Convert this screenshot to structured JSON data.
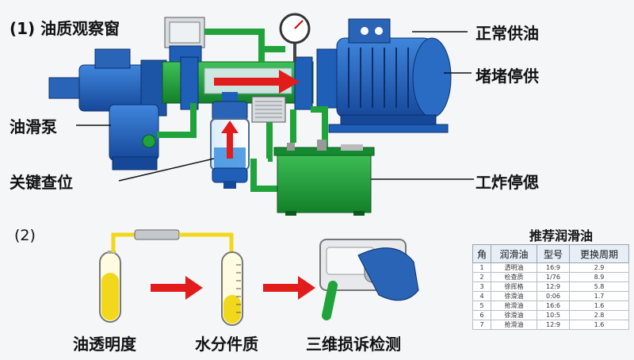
{
  "section1": {
    "marker": "(1)",
    "title": "油质观察窗"
  },
  "section2": {
    "marker": "(2)"
  },
  "left_labels": [
    "油滑泵",
    "关键查位"
  ],
  "right_labels": [
    "正常供油",
    "堵堵停供",
    "工炸停偲"
  ],
  "steps": [
    "油透明度",
    "水分件质",
    "三维损诉检测"
  ],
  "table": {
    "title": "推荐润滑油",
    "headers": [
      "角",
      "润滑油",
      "型号",
      "更换周期"
    ],
    "rows": [
      [
        "1",
        "透明油",
        "16:9",
        "2.9"
      ],
      [
        "2",
        "检查质",
        "1/76",
        "8.9"
      ],
      [
        "3",
        "徐挥格",
        "12:9",
        "5.8"
      ],
      [
        "4",
        "徐滑油",
        "0:06",
        "1.7"
      ],
      [
        "5",
        "抢滑油",
        "16:6",
        "1.6"
      ],
      [
        "6",
        "徐滑油",
        "10:5",
        "2.8"
      ],
      [
        "7",
        "抢滑油",
        "12:9",
        "1.6"
      ]
    ]
  },
  "colors": {
    "pump_blue": "#1f5fb8",
    "pipe_green": "#1fa33a",
    "flow_red": "#e21b1b",
    "oil_yellow": "#f2d81a"
  }
}
